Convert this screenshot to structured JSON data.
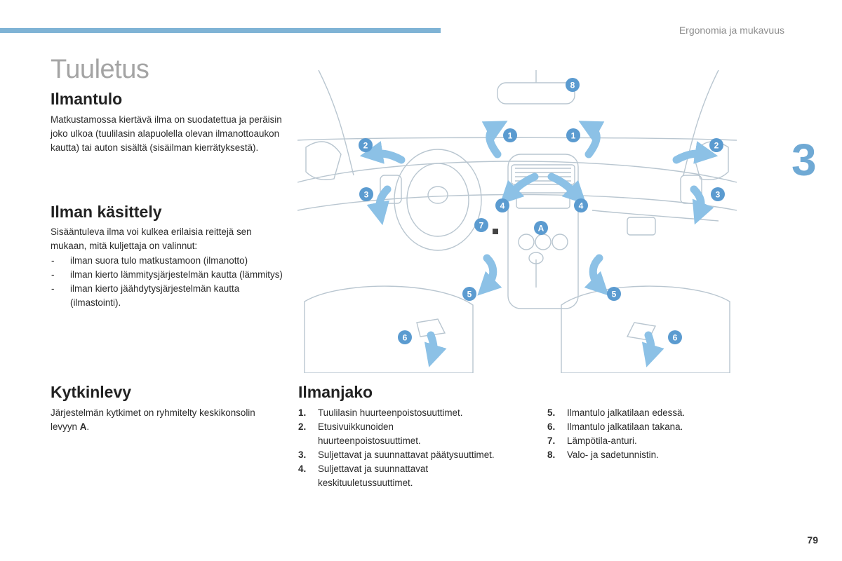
{
  "header": {
    "section": "Ergonomia ja mukavuus",
    "chapter": "3"
  },
  "page_number": "79",
  "title": "Tuuletus",
  "ilmantulo": {
    "heading": "Ilmantulo",
    "text": "Matkustamossa kiertävä ilma on suodatettua ja peräisin joko ulkoa (tuulilasin alapuolella olevan ilmanottoaukon kautta) tai auton sisältä (sisäilman kierrätyksestä)."
  },
  "kasittely": {
    "heading": "Ilman käsittely",
    "intro": "Sisääntuleva ilma voi kulkea erilaisia reittejä sen mukaan, mitä kuljettaja on valinnut:",
    "items": [
      "ilman suora tulo matkustamoon (ilmanotto)",
      "ilman kierto lämmitysjärjestelmän kautta (lämmitys)",
      "ilman kierto jäähdytysjärjestelmän kautta (ilmastointi)."
    ]
  },
  "kytkinlevy": {
    "heading": "Kytkinlevy",
    "text_before": "Järjestelmän kytkimet on ryhmitelty keskikonsolin levyyn ",
    "bold": "A",
    "text_after": "."
  },
  "ilmanjako": {
    "heading": "Ilmanjako",
    "left": [
      {
        "n": "1.",
        "text": "Tuulilasin huurteenpoistosuuttimet."
      },
      {
        "n": "2.",
        "text": "Etusivuikkunoiden huurteenpoistosuuttimet."
      },
      {
        "n": "3.",
        "text": "Suljettavat ja suunnattavat päätysuuttimet."
      },
      {
        "n": "4.",
        "text": "Suljettavat ja suunnattavat keskituuletussuuttimet."
      }
    ],
    "right": [
      {
        "n": "5.",
        "text": "Ilmantulo jalkatilaan edessä."
      },
      {
        "n": "6.",
        "text": "Ilmantulo jalkatilaan takana."
      },
      {
        "n": "7.",
        "text": "Lämpötila-anturi."
      },
      {
        "n": "8.",
        "text": "Valo- ja sadetunnistin."
      }
    ]
  },
  "diagram": {
    "badges": [
      "1",
      "1",
      "2",
      "2",
      "3",
      "3",
      "4",
      "4",
      "5",
      "5",
      "6",
      "6",
      "7",
      "8",
      "A"
    ],
    "colors": {
      "badge": "#5b9bd0",
      "line": "#b9c6d0",
      "arrow": "#8cc1e6"
    }
  }
}
